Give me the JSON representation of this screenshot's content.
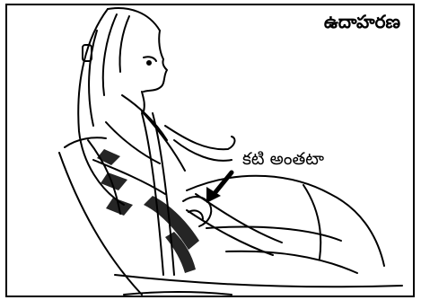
{
  "title": "ఉదాహరణ",
  "callout": {
    "label": "కటి అంతటా"
  },
  "illustration": {
    "subject": "seated-woman-lap-belt-illustration",
    "arrow": "arrow-icon"
  }
}
